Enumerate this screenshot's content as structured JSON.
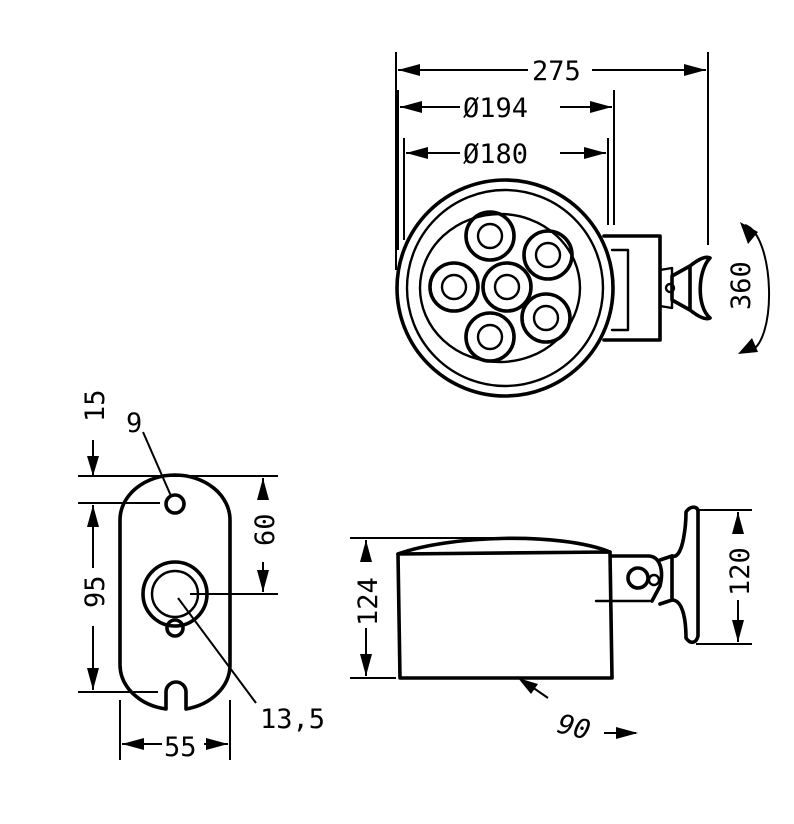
{
  "dimensions": {
    "overall_length": "275",
    "outer_diameter": "Ø194",
    "inner_diameter": "Ø180",
    "rotation": "360",
    "top_offset": "15",
    "hole_small": "9",
    "hole_spacing": "60",
    "plate_height": "95",
    "hole_large": "13,5",
    "plate_width": "55",
    "housing_height": "124",
    "bracket_height": "120",
    "tilt": "90"
  }
}
